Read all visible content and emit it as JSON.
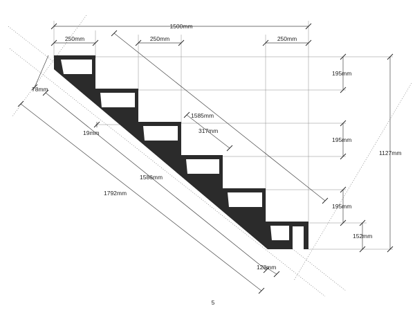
{
  "dimensions": {
    "overall_width": "1500mm",
    "tread_1": "250mm",
    "tread_2": "250mm",
    "tread_3": "250mm",
    "riser_1": "195mm",
    "riser_2": "195mm",
    "riser_3": "195mm",
    "bottom_riser": "152mm",
    "overall_height": "1127mm",
    "stringer_thickness": "78mm",
    "plate_thickness": "19mm",
    "diagonal_step": "317mm",
    "top_diagonal": "1585mm",
    "inner_diagonal": "1586mm",
    "outer_diagonal": "1792mm",
    "bottom_offset": "128mm"
  },
  "page_number": "5",
  "colors": {
    "stringer": "#2b2b2b",
    "lines": "#444444",
    "text": "#222222"
  }
}
